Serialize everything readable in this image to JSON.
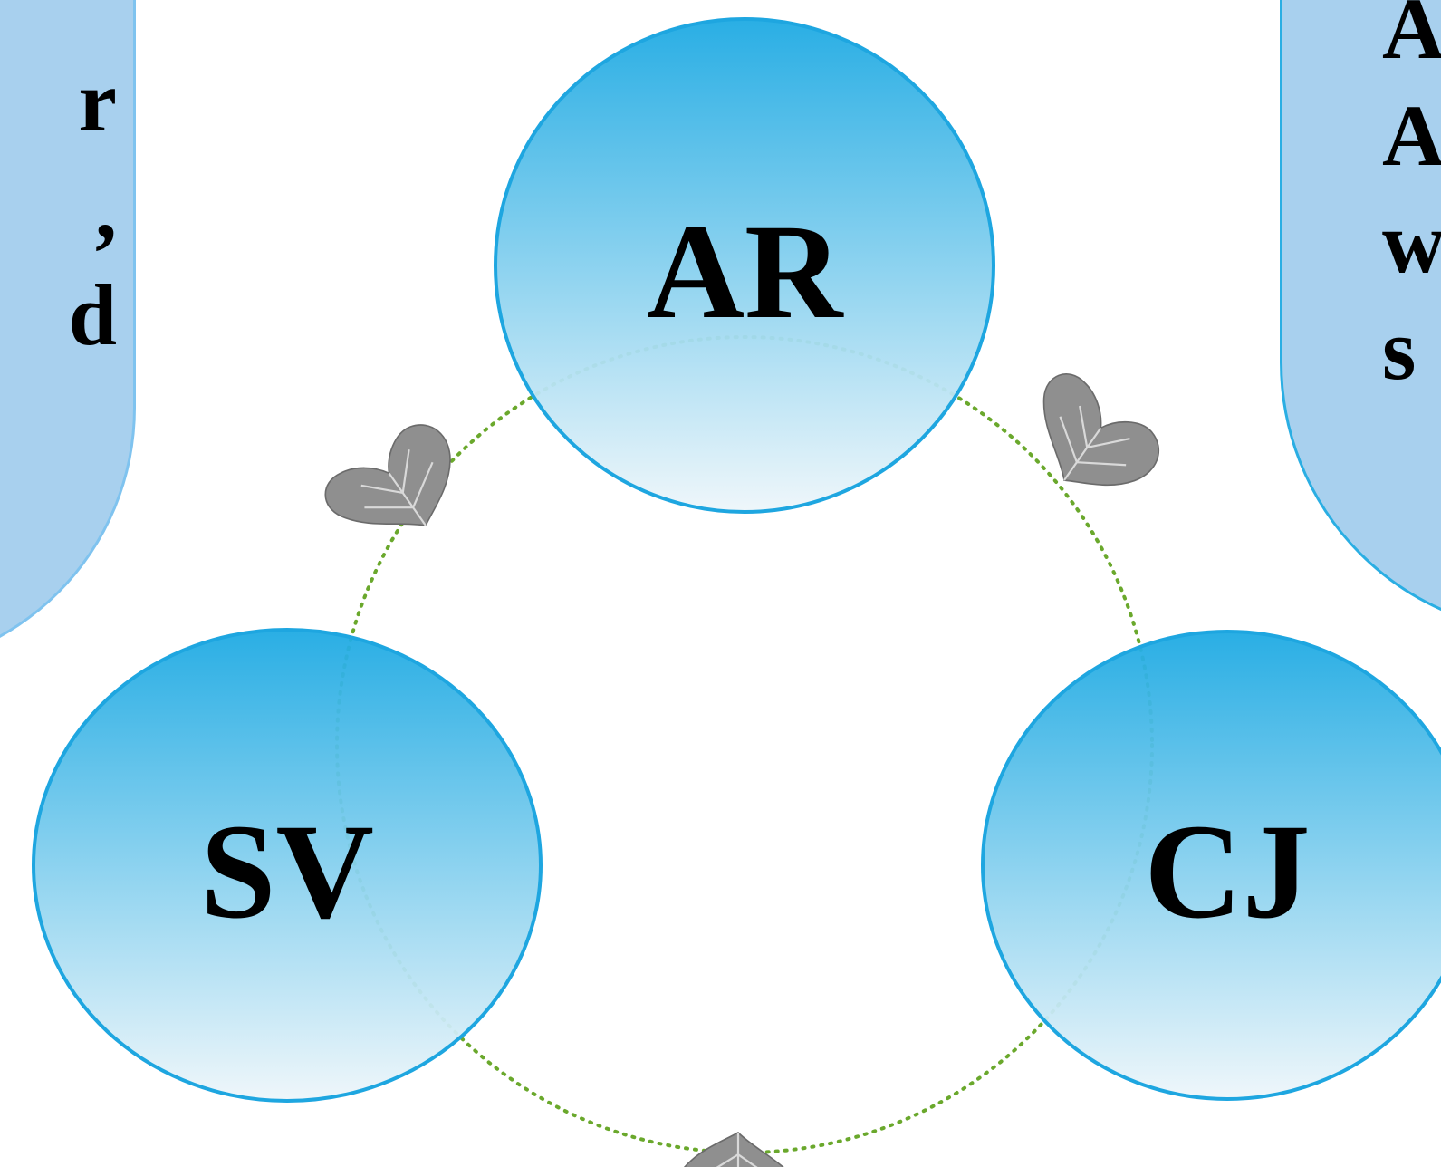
{
  "left_callout": {
    "lines": [
      "r",
      ",",
      "d"
    ]
  },
  "right_callout": {
    "lines": [
      "A",
      "A",
      "w",
      "s"
    ]
  },
  "nodes": {
    "top": {
      "label": "AR"
    },
    "left": {
      "label": "SV"
    },
    "right": {
      "label": "CJ"
    }
  },
  "colors": {
    "circle_top": "#1eaae3",
    "circle_bottom": "#e9f4f9",
    "circle_stroke": "#1ea6e0",
    "dotted_ring": "#6aa82c",
    "callout_fill": "#a8d0ee",
    "leaf": "#8f8f8f"
  },
  "icons": [
    "leaf-icon"
  ]
}
